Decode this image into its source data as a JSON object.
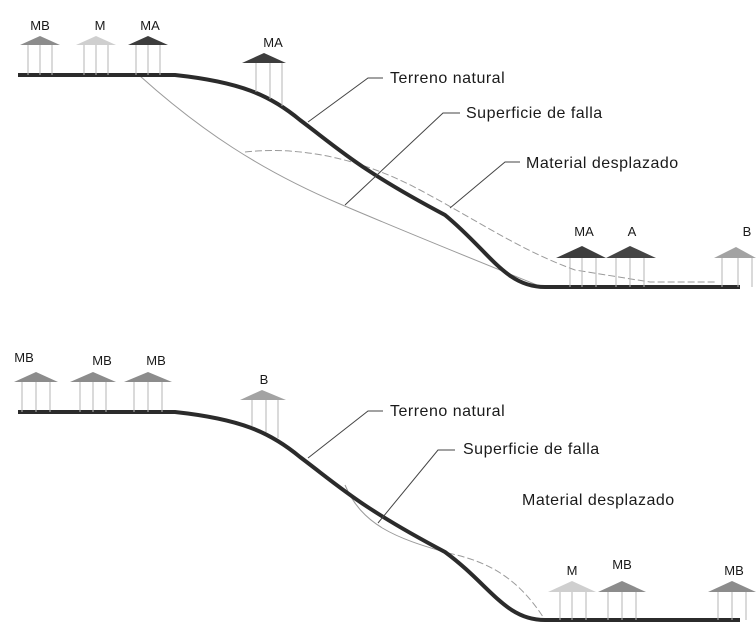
{
  "colors": {
    "MB": "#8c8c8c",
    "M": "#cfcfcf",
    "MA": "#3d3d3d",
    "A": "#454545",
    "B": "#a3a3a3",
    "ground": "#2b2b2b",
    "thin": "#9a9a9a",
    "leader": "#444444"
  },
  "top": {
    "terreno_label": "Terreno natural",
    "falla_label": "Superficie de falla",
    "material_label": "Material desplazado",
    "houses": [
      "MB",
      "M",
      "MA",
      "MA",
      "MA",
      "A",
      "B"
    ]
  },
  "bottom": {
    "terreno_label": "Terreno natural",
    "falla_label": "Superficie de falla",
    "material_label": "Material desplazado",
    "houses": [
      "MB",
      "MB",
      "MB",
      "B",
      "M",
      "MB",
      "MB"
    ]
  }
}
